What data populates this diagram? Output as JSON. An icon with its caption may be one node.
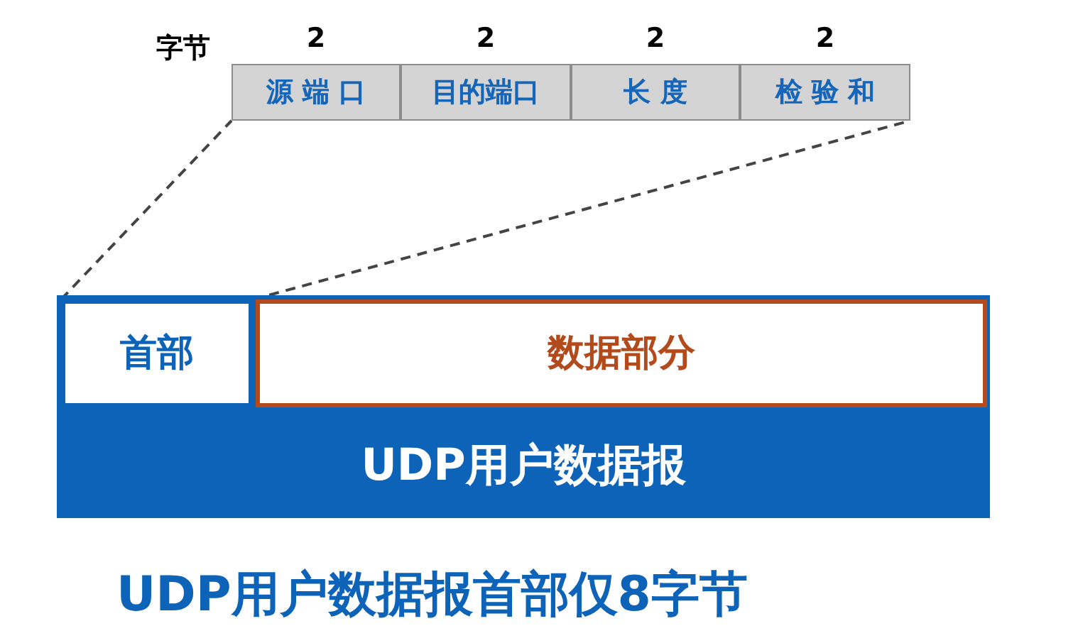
{
  "diagram": {
    "caption": "UDP用户数据报首部仅8字节",
    "nodes": [
      {
        "text": [],
        "shape": "bar"
      },
      {
        "text": [
          "源 端 口"
        ],
        "in": 0,
        "beside": [
          "2"
        ]
      },
      {
        "text": [
          "目的端口"
        ],
        "in": 0,
        "beside": [
          "2"
        ]
      },
      {
        "text": [
          "长 度"
        ],
        "in": 0,
        "beside": [
          "2"
        ]
      },
      {
        "text": [
          "检 验 和"
        ],
        "in": 0,
        "beside": [
          "2"
        ]
      },
      {
        "text": [
          "UDP用户数据报"
        ]
      },
      {
        "text": [
          "首部"
        ],
        "in": 5
      },
      {
        "text": [
          "数据部分"
        ],
        "in": 5
      }
    ],
    "edges": [
      {
        "from": 6,
        "to": 0,
        "arrow": "none",
        "style": "dashed"
      },
      {
        "from": 6,
        "to": 0,
        "arrow": "none",
        "style": "dashed"
      }
    ],
    "labels": [
      "字节"
    ]
  }
}
